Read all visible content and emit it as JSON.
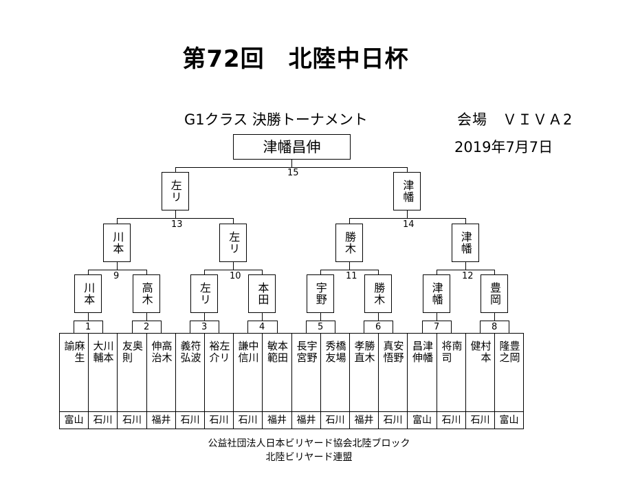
{
  "title": "第72回　北陸中日杯",
  "subtitle": "G1クラス 決勝トーナメント",
  "venue": "会場　ＶＩＶＡ2",
  "date": "2019年7月7日",
  "champion": "津幡昌伸",
  "bracket": {
    "final": {
      "number": "15",
      "left": "左リ",
      "right": "津幡"
    },
    "semis": [
      {
        "number": "13",
        "left": "川本",
        "right": "左リ"
      },
      {
        "number": "14",
        "left": "勝木",
        "right": "津幡"
      }
    ],
    "quarters": [
      {
        "number": "9",
        "left": "川本",
        "right": "高木"
      },
      {
        "number": "10",
        "left": "左リ",
        "right": "本田"
      },
      {
        "number": "11",
        "left": "宇野",
        "right": "勝木"
      },
      {
        "number": "12",
        "left": "津幡",
        "right": "豊岡"
      }
    ],
    "first_round": [
      "1",
      "2",
      "3",
      "4",
      "5",
      "6",
      "7",
      "8"
    ]
  },
  "players": [
    {
      "name": "麻生\n諭",
      "pref": "富山"
    },
    {
      "name": "川本\n大輔",
      "pref": "石川"
    },
    {
      "name": "奥\n友則",
      "pref": "石川"
    },
    {
      "name": "高木\n伸治",
      "pref": "福井"
    },
    {
      "name": "符波\n義弘",
      "pref": "石川"
    },
    {
      "name": "左リ\n裕介",
      "pref": "石川"
    },
    {
      "name": "中川\n謙信",
      "pref": "石川"
    },
    {
      "name": "本田\n敏範",
      "pref": "福井"
    },
    {
      "name": "宇野\n長宮",
      "pref": "福井"
    },
    {
      "name": "橋場\n秀友",
      "pref": "石川"
    },
    {
      "name": "勝木\n孝直",
      "pref": "福井"
    },
    {
      "name": "安野\n真悟",
      "pref": "石川"
    },
    {
      "name": "津幡\n昌伸",
      "pref": "富山"
    },
    {
      "name": "南\n将司",
      "pref": "石川"
    },
    {
      "name": "村本\n健",
      "pref": "石川"
    },
    {
      "name": "豊岡\n隆之",
      "pref": "富山"
    }
  ],
  "footer": {
    "line1": "公益社団法人日本ビリヤード協会北陸ブロック",
    "line2": "北陸ビリヤード連盟"
  }
}
